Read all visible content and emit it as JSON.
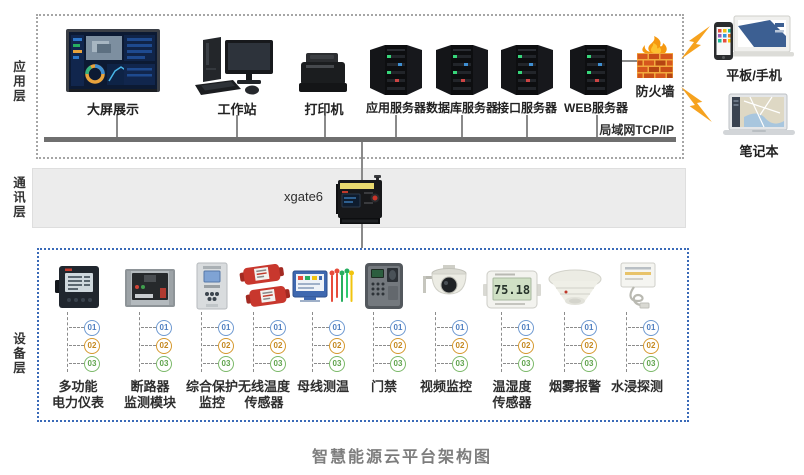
{
  "title": "智慧能源云平台架构图",
  "layers": {
    "app": {
      "label": "应用层"
    },
    "comm": {
      "label": "通讯层"
    },
    "device": {
      "label": "设备层"
    }
  },
  "network": {
    "bus_label": "局域网TCP/IP"
  },
  "gateway": {
    "label": "xgate6",
    "icon": "din-rail-gateway"
  },
  "app_devices": [
    {
      "label": "大屏展示",
      "icon": "big-screen"
    },
    {
      "label": "工作站",
      "icon": "workstation"
    },
    {
      "label": "打印机",
      "icon": "printer"
    },
    {
      "label": "应用服务器",
      "icon": "server-rack"
    },
    {
      "label": "数据库服务器",
      "icon": "server-rack"
    },
    {
      "label": "接口服务器",
      "icon": "server-rack"
    },
    {
      "label": "WEB服务器",
      "icon": "server-rack"
    },
    {
      "label": "防火墙",
      "icon": "firewall-brick-flame"
    }
  ],
  "wireless_devices": [
    {
      "label": "平板/手机",
      "icon": "tablet-phone"
    },
    {
      "label": "笔记本",
      "icon": "laptop-map"
    }
  ],
  "field_devices": [
    {
      "label": "多功能\n电力仪表",
      "icon": "power-meter"
    },
    {
      "label": "断路器\n监测模块",
      "icon": "circuit-breaker"
    },
    {
      "label": "综合保护\n监控",
      "icon": "protection-panel"
    },
    {
      "label": "无线温度\n传感器",
      "icon": "wireless-temp-sensor"
    },
    {
      "label": "母线测温",
      "icon": "busbar-temp-monitor"
    },
    {
      "label": "门禁",
      "icon": "access-control"
    },
    {
      "label": "视频监控",
      "icon": "dome-camera"
    },
    {
      "label": "温湿度\n传感器",
      "icon": "temp-humidity-sensor",
      "reading": "75.18"
    },
    {
      "label": "烟雾报警",
      "icon": "smoke-detector"
    },
    {
      "label": "水浸探测",
      "icon": "water-leak-detector"
    }
  ],
  "channel_indicators": [
    {
      "label": "01",
      "color": "#6f9ad1"
    },
    {
      "label": "02",
      "color": "#d6992f"
    },
    {
      "label": "03",
      "color": "#7cb96a"
    }
  ],
  "colors": {
    "app_box_border": "#a6a6a6",
    "device_box_border": "#3a6ab8",
    "comm_band_fill": "#ececec",
    "bus_line": "#6f6f6f",
    "lightning_bolt": "#f6a21e",
    "firewall_brick": "#d6571d",
    "flame": "#f5980f"
  }
}
